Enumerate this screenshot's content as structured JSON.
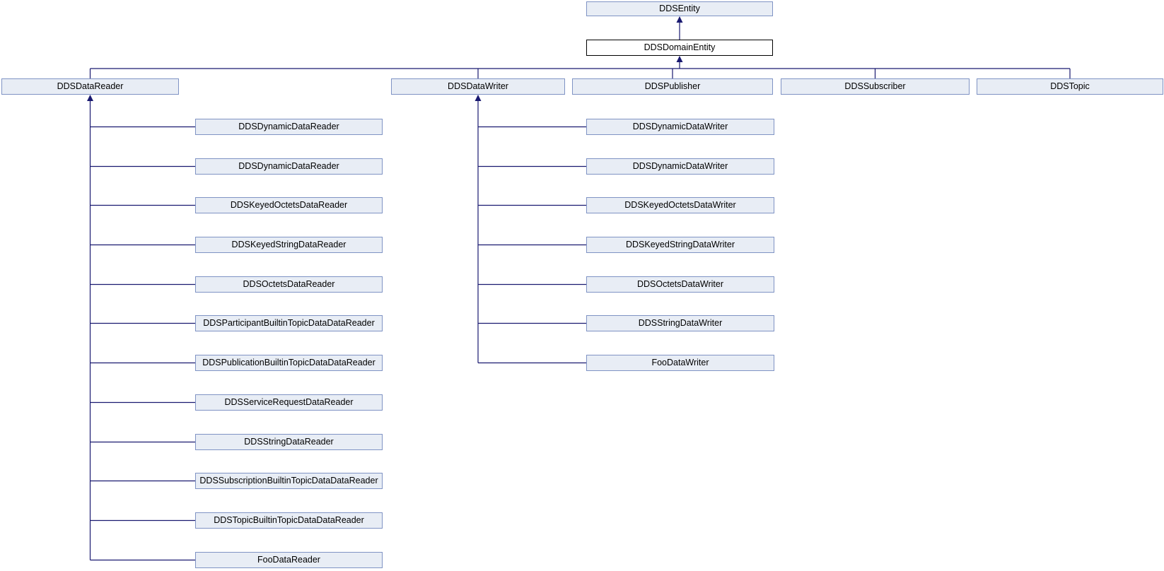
{
  "diagram": {
    "kind": "class-inheritance-graph",
    "root_label": "DDSEntity",
    "focus_label": "DDSDomainEntity",
    "level2": [
      "DDSDataReader",
      "DDSDataWriter",
      "DDSPublisher",
      "DDSSubscriber",
      "DDSTopic"
    ],
    "reader_children": [
      "DDSDynamicDataReader",
      "DDSDynamicDataReader",
      "DDSKeyedOctetsDataReader",
      "DDSKeyedStringDataReader",
      "DDSOctetsDataReader",
      "DDSParticipantBuiltinTopicDataDataReader",
      "DDSPublicationBuiltinTopicDataDataReader",
      "DDSServiceRequestDataReader",
      "DDSStringDataReader",
      "DDSSubscriptionBuiltinTopicDataDataReader",
      "DDSTopicBuiltinTopicDataDataReader",
      "FooDataReader"
    ],
    "writer_children": [
      "DDSDynamicDataWriter",
      "DDSDynamicDataWriter",
      "DDSKeyedOctetsDataWriter",
      "DDSKeyedStringDataWriter",
      "DDSOctetsDataWriter",
      "DDSStringDataWriter",
      "FooDataWriter"
    ],
    "colors": {
      "background": "#ffffff",
      "node_fill": "#e8edf5",
      "node_border": "#7f93c4",
      "focus_fill": "#ffffff",
      "focus_border": "#000000",
      "edge": "#191970",
      "text": "#000000"
    }
  }
}
